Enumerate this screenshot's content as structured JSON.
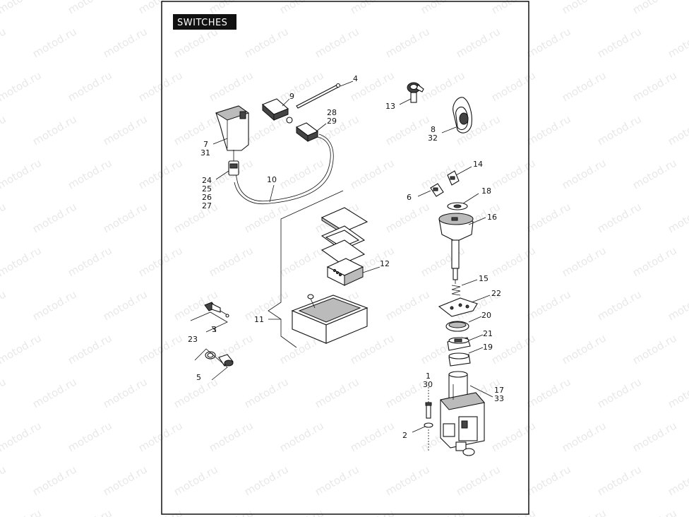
{
  "title": "SWITCHES",
  "watermark": "motod.ru",
  "callouts": {
    "c1": "1",
    "c2": "2",
    "c3": "3",
    "c4": "4",
    "c5": "5",
    "c6": "6",
    "c7": "7",
    "c8": "8",
    "c9": "9",
    "c10": "10",
    "c11": "11",
    "c12": "12",
    "c13": "13",
    "c14": "14",
    "c15": "15",
    "c16": "16",
    "c17": "17",
    "c18": "18",
    "c19": "19",
    "c20": "20",
    "c21": "21",
    "c22": "22",
    "c23": "23",
    "c24": "24",
    "c25": "25",
    "c26": "26",
    "c27": "27",
    "c28": "28",
    "c29": "29",
    "c30": "30",
    "c31": "31",
    "c32": "32",
    "c33": "33"
  }
}
